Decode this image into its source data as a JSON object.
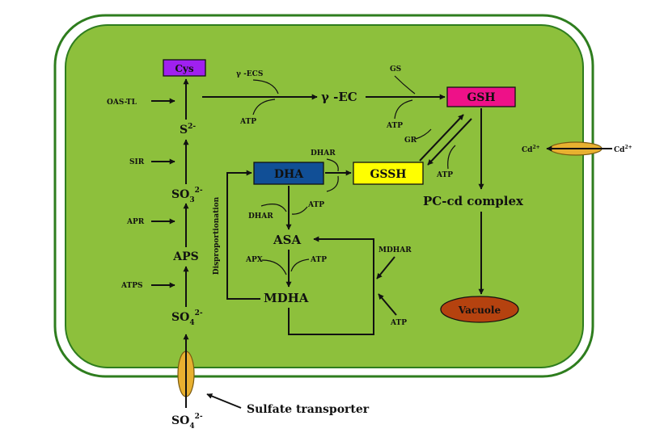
{
  "labels": {
    "cys": "Cys",
    "gsh": "GSH",
    "dha": "DHA",
    "gssh": "GSSH",
    "vacuole": "Vacuole",
    "gamma_ec": "γ -EC",
    "gamma_ecs": "γ -ECS",
    "gs": "GS",
    "gr": "GR",
    "dhar_top": "DHAR",
    "dhar_left": "DHAR",
    "mdhar": "MDHAR",
    "apx": "APX",
    "asa": "ASA",
    "mdha": "MDHA",
    "pc_cd": "PC-cd complex",
    "oas_tl": "OAS-TL",
    "sir": "SIR",
    "apr": "APR",
    "atps": "ATPS",
    "aps": "APS",
    "s2": "S",
    "s2_sup": "2-",
    "so3": "SO",
    "so3_sub": "3",
    "so3_sup": "2-",
    "so4": "SO",
    "so4_sub": "4",
    "so4_sup": "2-",
    "so4_out": "SO",
    "so4_out_sub": "4",
    "so4_out_sup": "2-",
    "atp_gec": "ATP",
    "atp_gsh": "ATP",
    "atp_gr": "ATP",
    "atp_dhar": "ATP",
    "atp_apx": "ATP",
    "atp_mdhar": "ATP",
    "disproportionation": "Disproportionation",
    "sulfate_transporter": "Sulfate transporter",
    "cd_in": "Cd",
    "cd_in_sup": "2+",
    "cd_out": "Cd",
    "cd_out_sup": "2+"
  },
  "colors": {
    "cell_fill": "#8dc03c",
    "cell_border": "#2e7d1e",
    "cys_box": "#a020f0",
    "gsh_box": "#ee1188",
    "dha_box": "#114f96",
    "gssh_box": "#ffff00",
    "vacuole": "#b5420f",
    "transporter": "#e8b030"
  }
}
